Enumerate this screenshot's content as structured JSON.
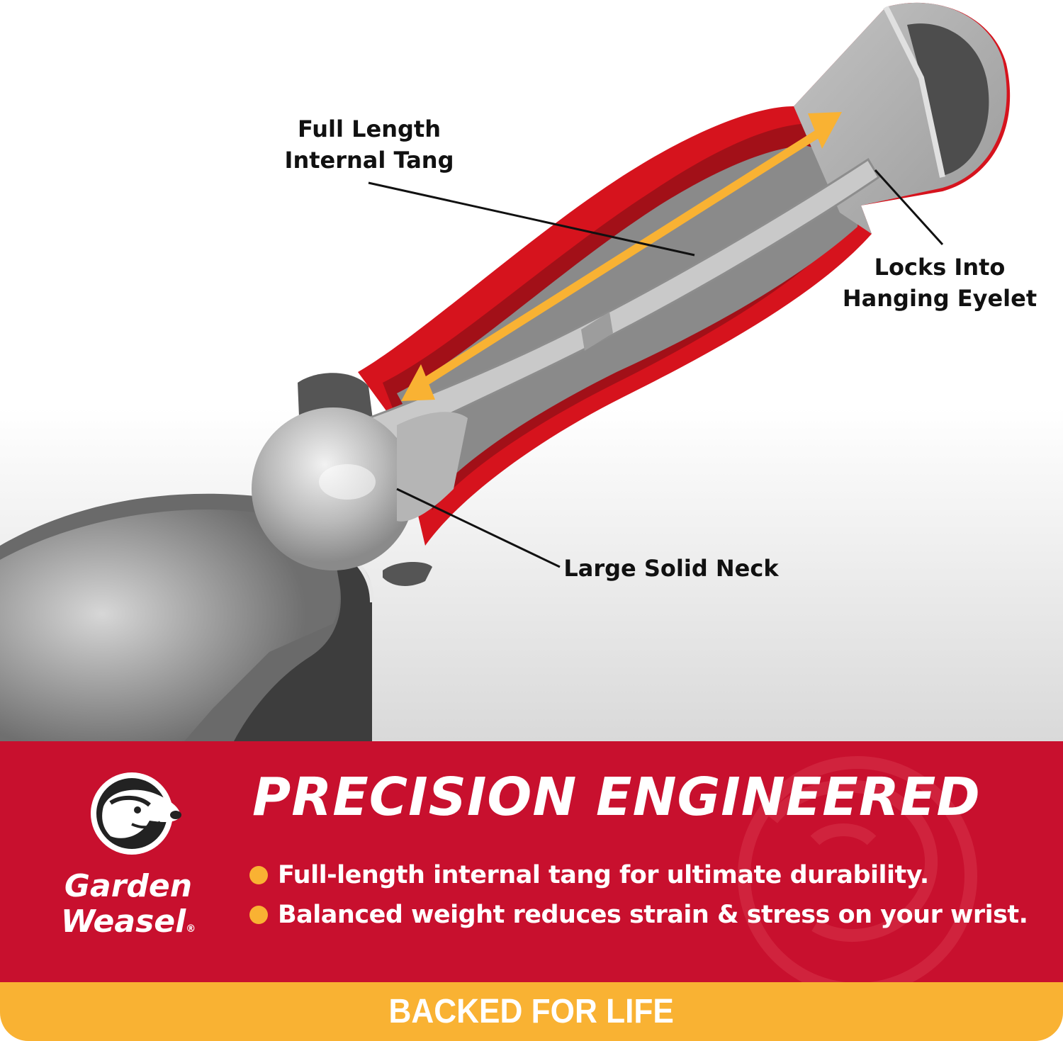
{
  "callouts": {
    "tang": [
      "Full Length",
      "Internal Tang"
    ],
    "eyelet": [
      "Locks Into",
      "Hanging Eyelet"
    ],
    "neck": "Large Solid Neck"
  },
  "banner": {
    "headline": "PRECISION ENGINEERED",
    "bullets": [
      "Full-length internal tang for ultimate durability.",
      "Balanced weight reduces strain & stress on your wrist."
    ],
    "logo_icon": "weasel-mascot-icon",
    "brand_lines": [
      "Garden",
      "Weasel"
    ],
    "brand_mark": "®"
  },
  "footer": {
    "text": "BACKED FOR LIFE"
  },
  "colors": {
    "brand_red": "#c8102e",
    "accent_yellow": "#f9b233",
    "tool_gray": "#a8a8a8"
  }
}
